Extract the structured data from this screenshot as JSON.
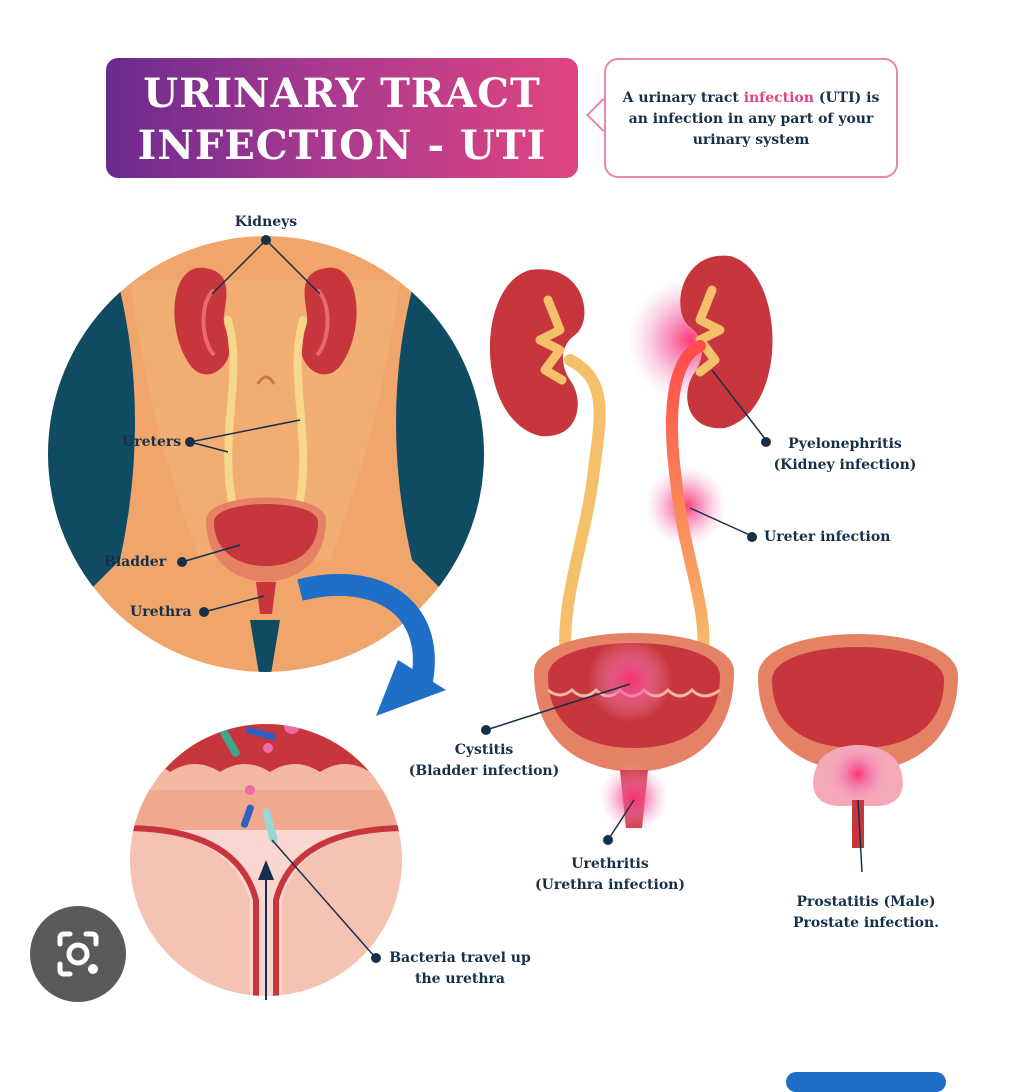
{
  "title": {
    "line1": "URINARY TRACT",
    "line2": "INFECTION - UTI"
  },
  "callout": {
    "text_before": "A urinary tract ",
    "highlight": "infection",
    "text_after": " (UTI) is an infection in any part of your urinary system"
  },
  "labels": {
    "kidneys": "Kidneys",
    "ureters": "Ureters",
    "bladder": "Bladder",
    "urethra": "Urethra",
    "bacteria_line1": "Bacteria travel up",
    "bacteria_line2": "the urethra",
    "pyelonephritis_line1": "Pyelonephritis",
    "pyelonephritis_line2": "(Kidney infection)",
    "ureter_infection": "Ureter infection",
    "cystitis_line1": "Cystitis",
    "cystitis_line2": "(Bladder infection)",
    "urethritis_line1": "Urethritis",
    "urethritis_line2": "(Urethra infection)",
    "prostatitis_line1": "Prostatitis (Male)",
    "prostatitis_line2": "Prostate infection."
  },
  "icons": {
    "lens": "camera-lens-icon",
    "arrow": "curved-arrow-icon"
  },
  "colors": {
    "kidney": "#c8363d",
    "ureter": "#f5c06a",
    "infection_glow": "#f06aa8",
    "skin": "#f0a66a",
    "dark_teal": "#0f4b62",
    "arrow": "#1f6fc9",
    "text": "#17304a"
  }
}
